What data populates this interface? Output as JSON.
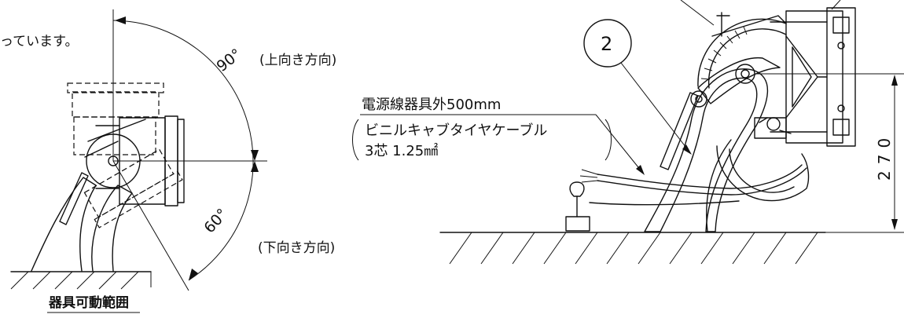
{
  "left_figure": {
    "top_note": "っています。",
    "angle_up": "90°",
    "angle_up_label": "(上向き方向)",
    "angle_down": "60°",
    "angle_down_label": "(下向き方向)",
    "caption": "器具可動範囲"
  },
  "right_figure": {
    "callout_number": "2",
    "cable_length_label": "電源線器具外500mm",
    "cable_type_line1": "ビニルキャブタイヤケーブル",
    "cable_type_line2": "3芯 1.25",
    "cable_type_unit": "㎟",
    "height_dimension": "270"
  }
}
